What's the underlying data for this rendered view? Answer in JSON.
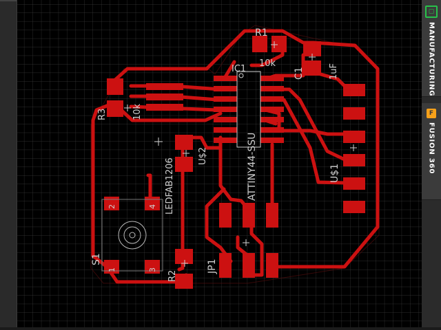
{
  "panel": {
    "tabs": [
      {
        "label": "MANUFACTURING",
        "icon": "manufacturing-icon",
        "color": "#27c24a"
      },
      {
        "label": "FUSION 360",
        "icon": "fusion-360-icon",
        "color": "#f7a11a"
      }
    ]
  },
  "board": {
    "trace_color": "#cc1111",
    "pad_color": "#cc1111",
    "silk_color": "#cfcfcf",
    "labels": {
      "r1_name": "R1",
      "r1_value": "10k",
      "ic1_name": "IC1",
      "ic1_value": "ATTINY44-SSU",
      "c1_name": "C1",
      "c1_value": "1uF",
      "r3_name": "R3",
      "r3_value": "10k",
      "led_value": "LEDFAB1206",
      "u2_name": "U$2",
      "u1_name": "U$1",
      "s1_name": "S1",
      "r2_name": "R2",
      "jp1_name": "JP1",
      "pin1": "1",
      "pin2": "2",
      "pin3": "3",
      "pin4": "4"
    }
  }
}
